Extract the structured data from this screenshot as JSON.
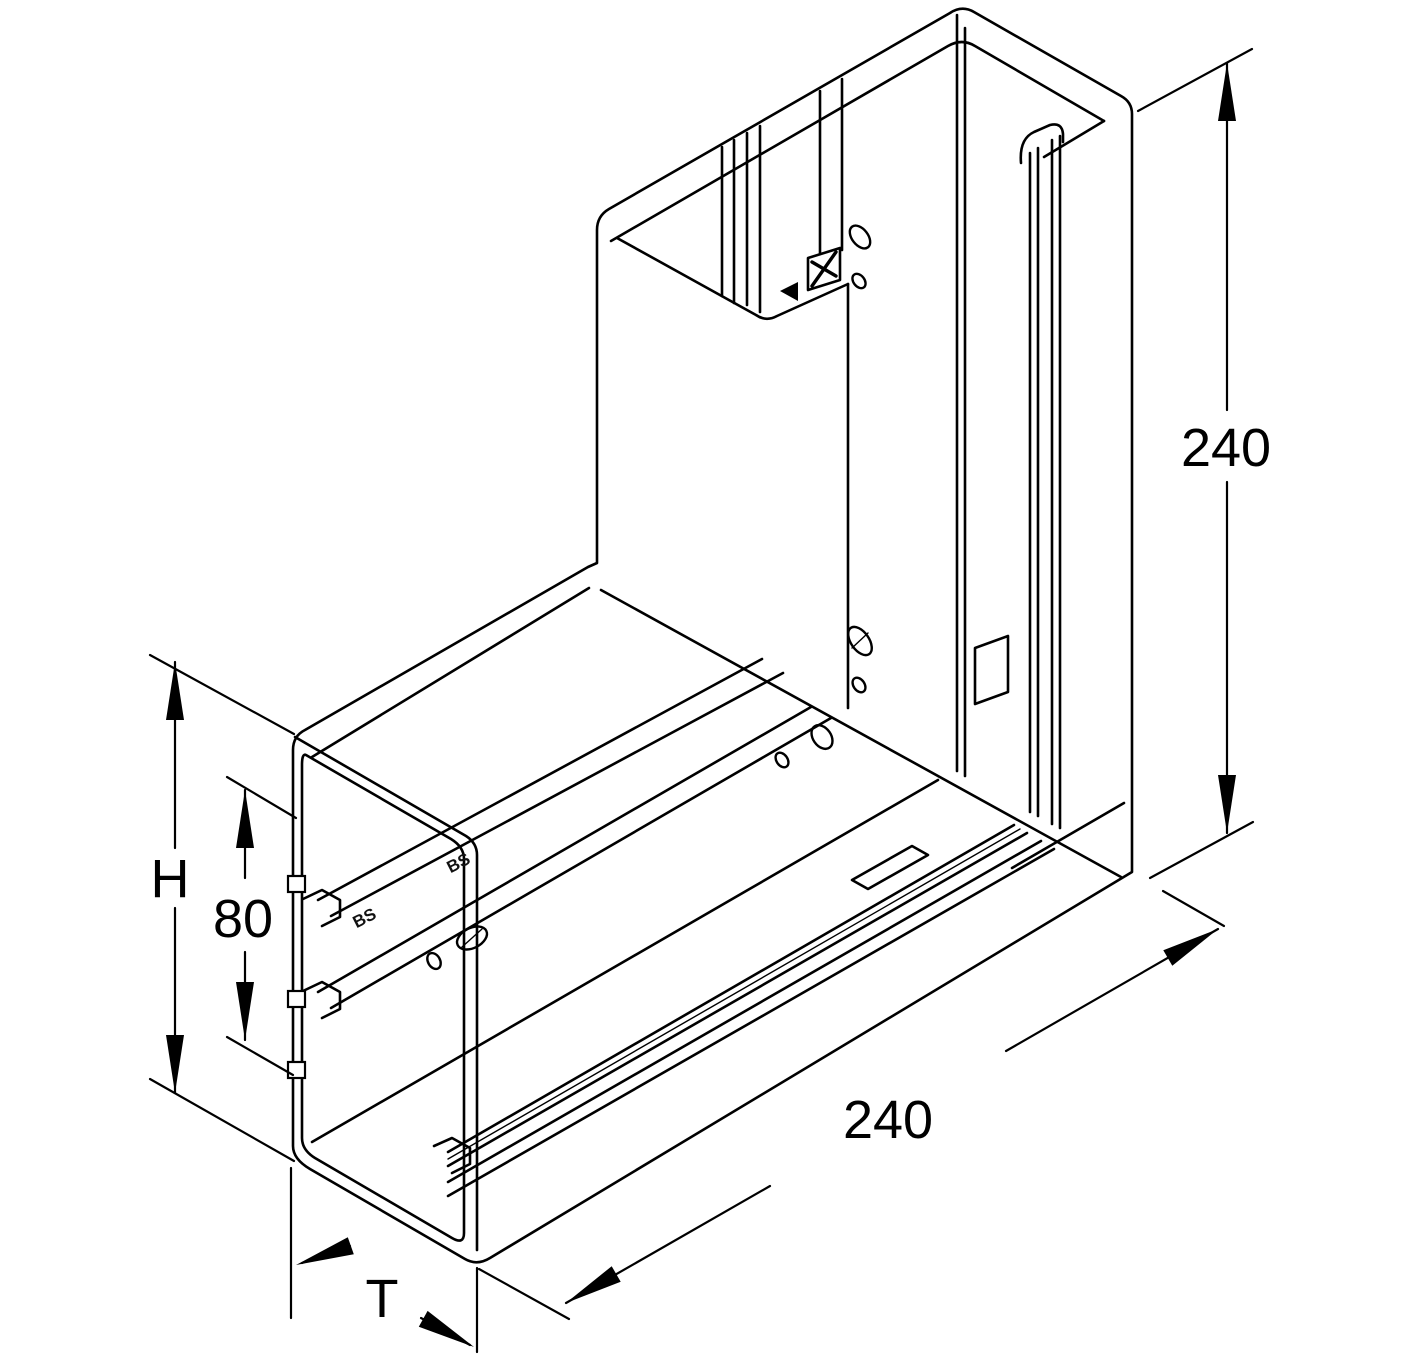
{
  "figure": {
    "type": "technical-drawing",
    "subject": "cable trunking flat angle 90 degrees, isometric line drawing",
    "line_color": "#000000",
    "background_color": "#ffffff"
  },
  "dimensions": {
    "vertical_right": {
      "label": "240",
      "orientation": "vertical",
      "side": "right"
    },
    "length_bottom": {
      "label": "240",
      "orientation": "isometric-diagonal",
      "side": "bottom-right"
    },
    "height_left": {
      "label": "H",
      "orientation": "vertical",
      "side": "left"
    },
    "rail_spacing": {
      "label": "80",
      "orientation": "vertical",
      "side": "left-inner"
    },
    "depth": {
      "label": "T",
      "orientation": "isometric-depth",
      "side": "bottom-left"
    }
  },
  "stamps": {
    "stamp1": "BS",
    "stamp2": "BS"
  }
}
